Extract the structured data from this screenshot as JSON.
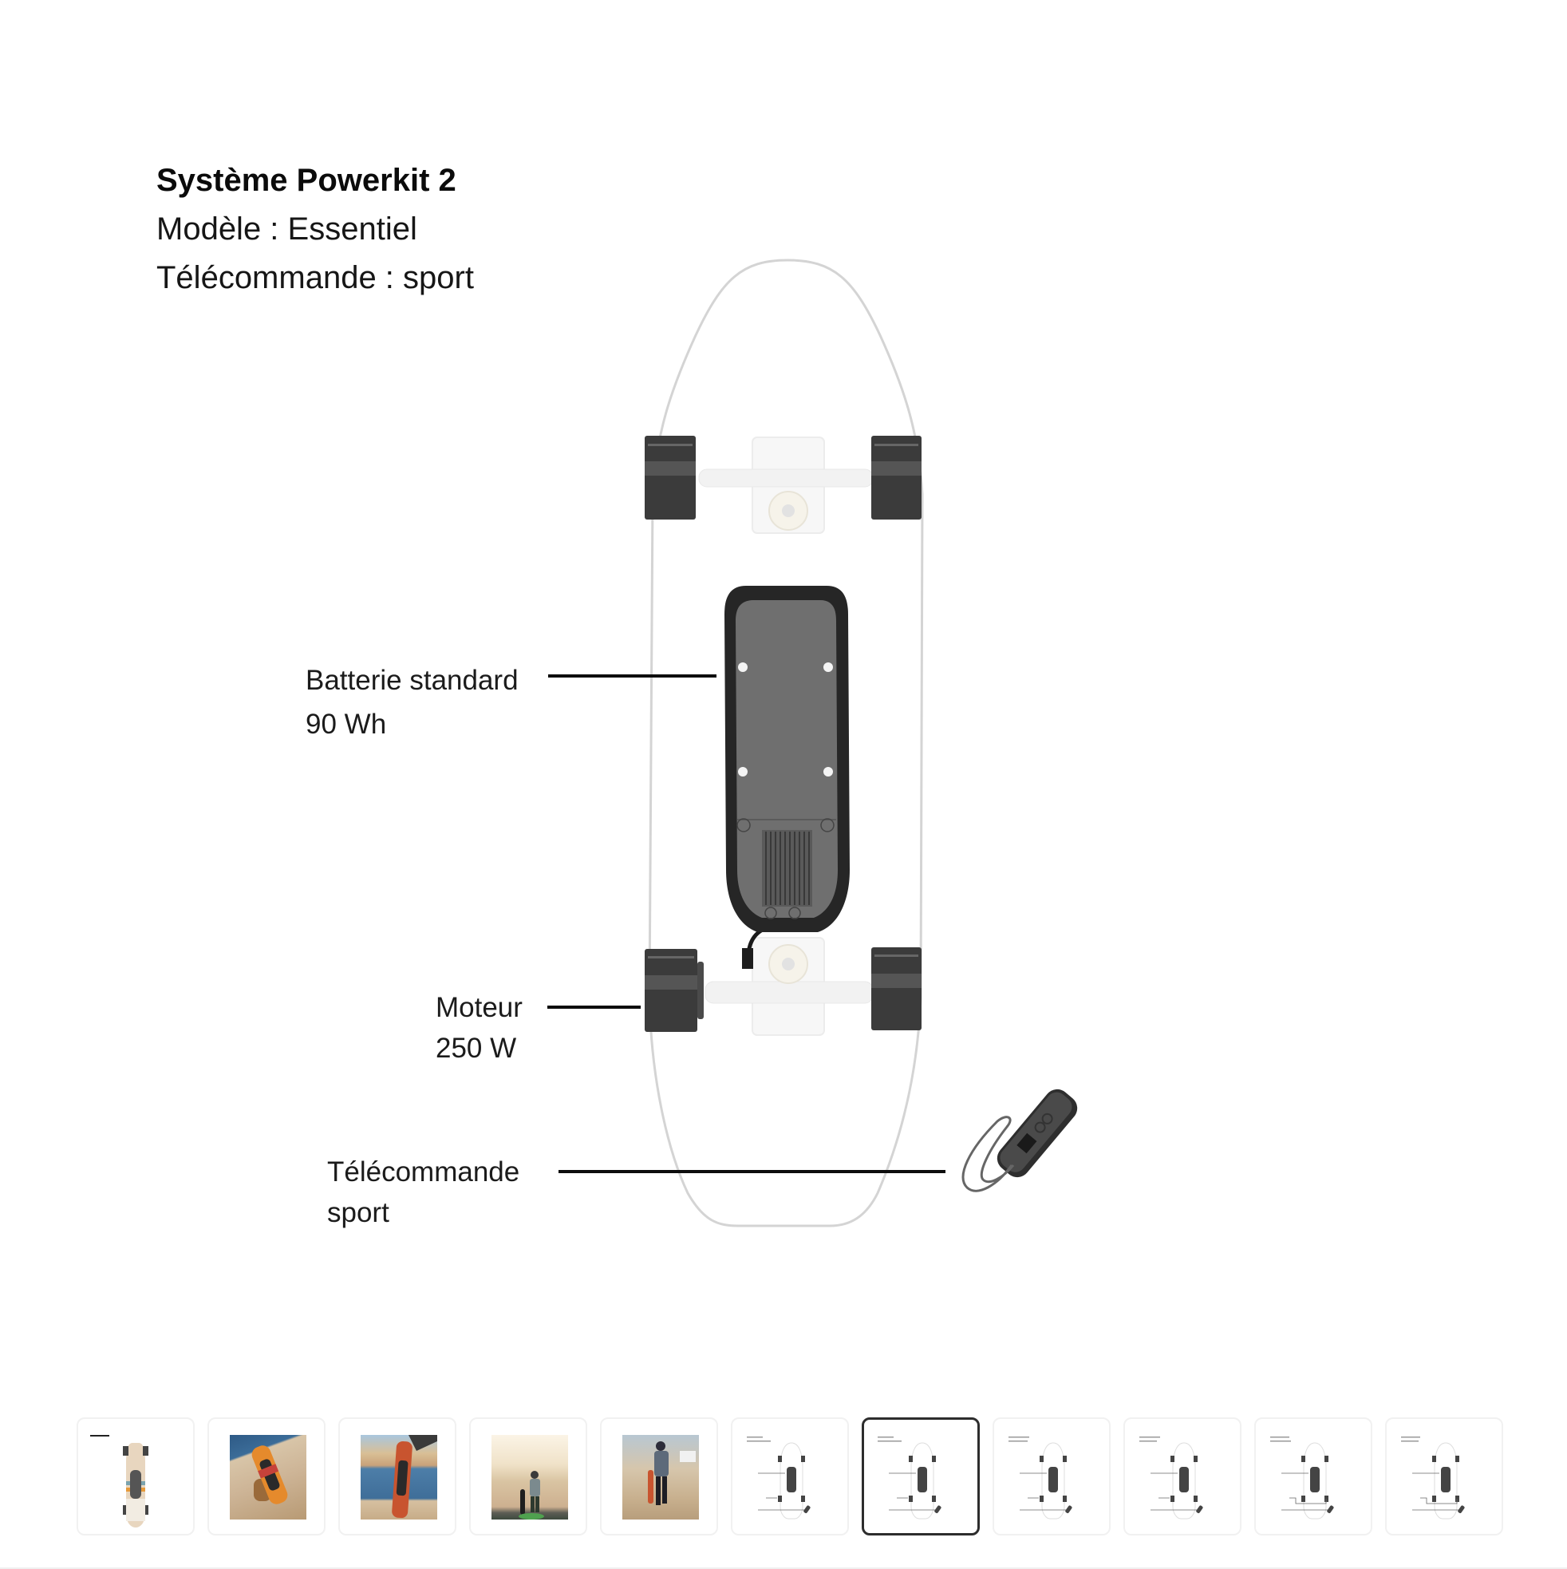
{
  "header": {
    "title": "Système Powerkit 2",
    "model_line": "Modèle : Essentiel",
    "remote_line": "Télécommande : sport"
  },
  "callouts": {
    "battery": {
      "line1": "Batterie standard",
      "line2": "90 Wh"
    },
    "motor": {
      "line1": "Moteur",
      "line2": "250 W"
    },
    "remote": {
      "line1": "Télécommande",
      "line2": "sport"
    }
  },
  "diagram": {
    "icons": [
      "skateboard-deck-outline",
      "wheel-icon",
      "truck-icon",
      "battery-pack-icon",
      "remote-control-icon"
    ],
    "colors": {
      "deck_outline": "#d4d4d4",
      "wheel": "#3a3a3a",
      "battery_shell": "#262626",
      "battery_face": "#6f6f6f",
      "truck": "#f3f3f3",
      "leader": "#0d0d0d"
    }
  },
  "gallery": {
    "selected_index": 6,
    "thumbnails": [
      {
        "kind": "product-top-view",
        "label": "Powerkit board top view"
      },
      {
        "kind": "photo",
        "label": "Board on harbor steps"
      },
      {
        "kind": "photo",
        "label": "Board held at harbor"
      },
      {
        "kind": "photo",
        "label": "Rider at sunset"
      },
      {
        "kind": "photo",
        "label": "Rider leaning on wall"
      },
      {
        "kind": "diagram",
        "label": "Essentiel / ergonomique"
      },
      {
        "kind": "diagram",
        "label": "Essentiel / sport"
      },
      {
        "kind": "diagram",
        "label": "Grande autonomie / ergonomique"
      },
      {
        "kind": "diagram",
        "label": "Grande autonomie / sport"
      },
      {
        "kind": "diagram",
        "label": "Performance / ergonomique"
      },
      {
        "kind": "diagram",
        "label": "Performance / sport"
      }
    ]
  }
}
